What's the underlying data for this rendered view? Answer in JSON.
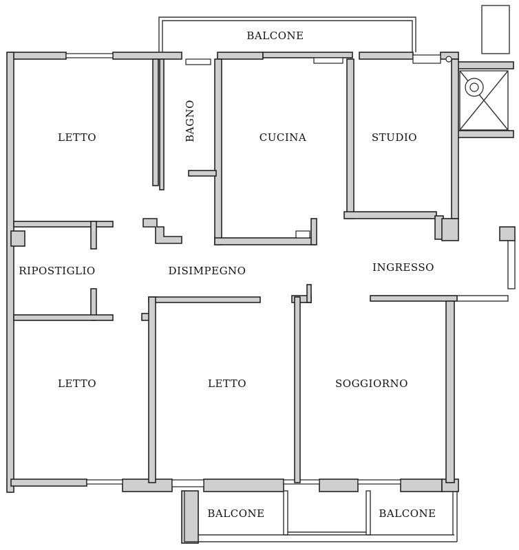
{
  "rooms": {
    "balcone_top": "BALCONE",
    "letto_nw": "LETTO",
    "bagno": "BAGNO",
    "cucina": "CUCINA",
    "studio": "STUDIO",
    "ripostiglio": "RIPOSTIGLIO",
    "disimpegno": "DISIMPEGNO",
    "ingresso": "INGRESSO",
    "letto_sw": "LETTO",
    "letto_s": "LETTO",
    "soggiorno": "SOGGIORNO",
    "balcone_bottom_left": "BALCONE",
    "balcone_bottom_right": "BALCONE"
  },
  "colors": {
    "wall_fill": "#cfcfcf",
    "line": "#222222",
    "background": "#ffffff"
  }
}
